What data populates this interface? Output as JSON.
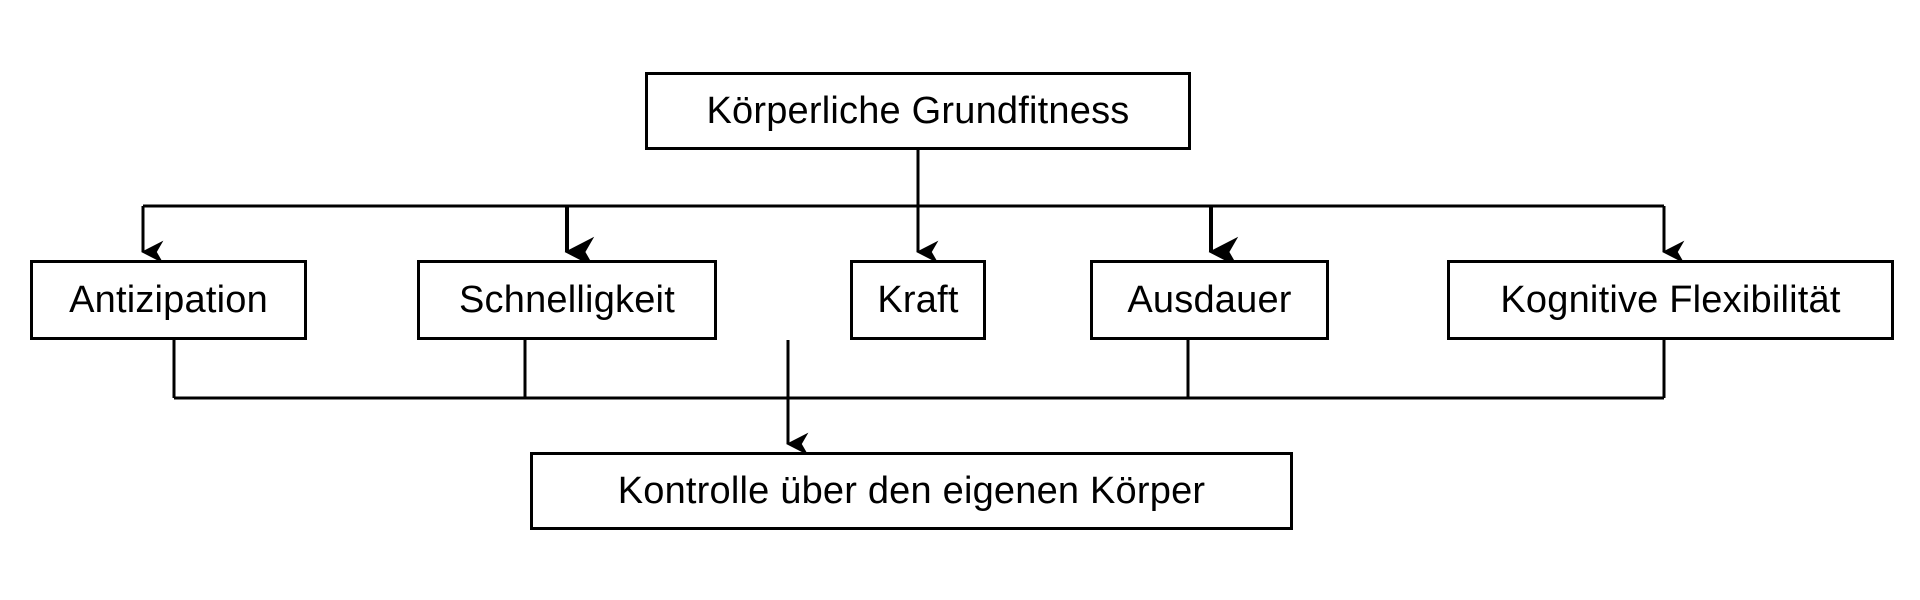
{
  "diagram": {
    "title": "Körperliche Grundfitness",
    "language": "de",
    "type": "flowchart",
    "colors": {
      "background": "#ffffff",
      "stroke": "#000000",
      "node_fill": "#ffffff",
      "text": "#000000"
    },
    "root": {
      "id": "root",
      "label": "Körperliche Grundfitness"
    },
    "components": [
      {
        "id": "antizipation",
        "label": "Antizipation"
      },
      {
        "id": "schnelligkeit",
        "label": "Schnelligkeit"
      },
      {
        "id": "kraft",
        "label": "Kraft"
      },
      {
        "id": "ausdauer",
        "label": "Ausdauer"
      },
      {
        "id": "kognitive-flexibilitaet",
        "label": "Kognitive Flexibilität"
      }
    ],
    "outcome": {
      "id": "kontrolle",
      "label": "Kontrolle über den eigenen Körper"
    },
    "edges": [
      {
        "from": "root",
        "to": "antizipation",
        "arrow": "down"
      },
      {
        "from": "root",
        "to": "schnelligkeit",
        "arrow": "down"
      },
      {
        "from": "root",
        "to": "kraft",
        "arrow": "down"
      },
      {
        "from": "root",
        "to": "ausdauer",
        "arrow": "down"
      },
      {
        "from": "root",
        "to": "kognitive-flexibilitaet",
        "arrow": "down"
      },
      {
        "from": "antizipation",
        "to": "kontrolle",
        "arrow": "none"
      },
      {
        "from": "schnelligkeit",
        "to": "kontrolle",
        "arrow": "none"
      },
      {
        "from": "kraft",
        "to": "kontrolle",
        "arrow": "down"
      },
      {
        "from": "ausdauer",
        "to": "kontrolle",
        "arrow": "none"
      },
      {
        "from": "kognitive-flexibilitaet",
        "to": "kontrolle",
        "arrow": "none"
      }
    ]
  }
}
